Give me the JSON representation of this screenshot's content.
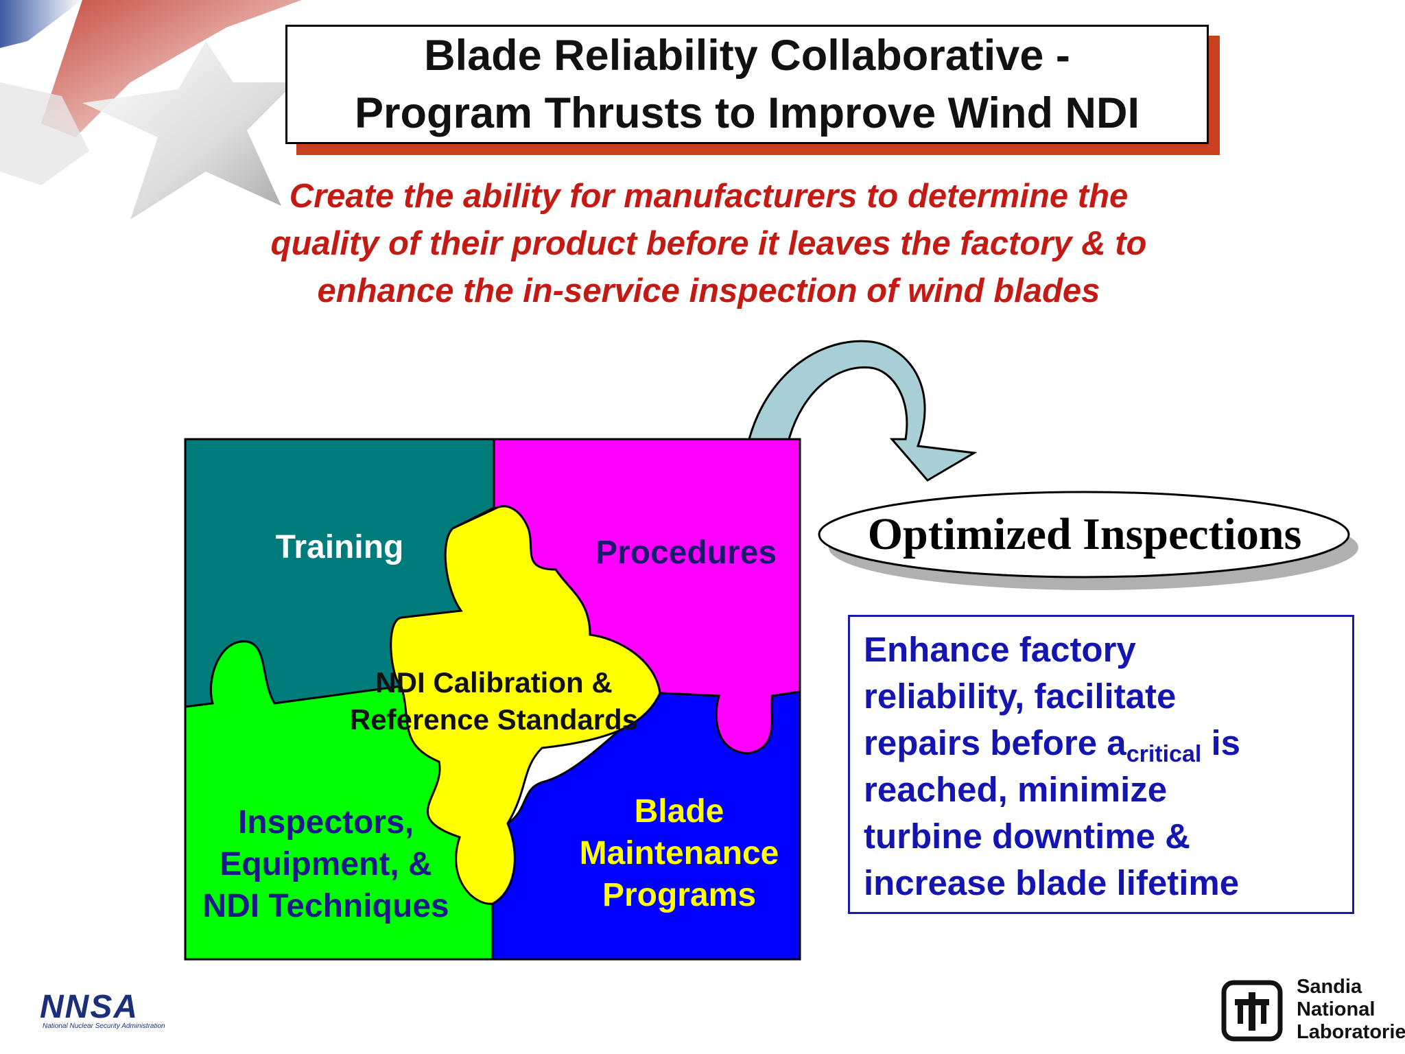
{
  "title": {
    "line1": "Blade Reliability Collaborative -",
    "line2": "Program Thrusts to Improve Wind NDI"
  },
  "subtitle": {
    "line1": "Create the ability for manufacturers to determine the",
    "line2": "quality of their product before it leaves the factory & to",
    "line3": "enhance the in-service inspection of wind blades"
  },
  "puzzle": {
    "training": "Training",
    "procedures": "Procedures",
    "center": {
      "line1": "NDI Calibration &",
      "line2": "Reference Standards"
    },
    "inspectors": {
      "line1": "Inspectors,",
      "line2": "Equipment, &",
      "line3": "NDI Techniques"
    },
    "maintenance": {
      "line1": "Blade",
      "line2": "Maintenance",
      "line3": "Programs"
    }
  },
  "optimized": "Optimized Inspections",
  "info": {
    "line1": "Enhance factory",
    "line2": "reliability, facilitate",
    "line3_pre": "repairs before a",
    "line3_sub": "critical",
    "line3_post": " is",
    "line4": "reached, minimize",
    "line5": "turbine downtime &",
    "line6": "increase blade lifetime"
  },
  "logos": {
    "nnsa_word": "NNSA",
    "nnsa_sub": "National Nuclear Security Administration",
    "sandia_line1": "Sandia",
    "sandia_line2": "National",
    "sandia_line3": "Laboratories"
  },
  "colors": {
    "title_shadow": "#c8401e",
    "subtitle": "#c41a14",
    "training_piece": "#007b7b",
    "procedures_piece": "#ff00ff",
    "inspectors_piece": "#00ff00",
    "maintenance_piece": "#0000ff",
    "center_piece": "#ffff00",
    "info_text": "#1414b0"
  },
  "icons": [
    "star-flag-decoration",
    "curved-arrow-icon",
    "nnsa-logo",
    "sandia-thunderbird-icon"
  ]
}
